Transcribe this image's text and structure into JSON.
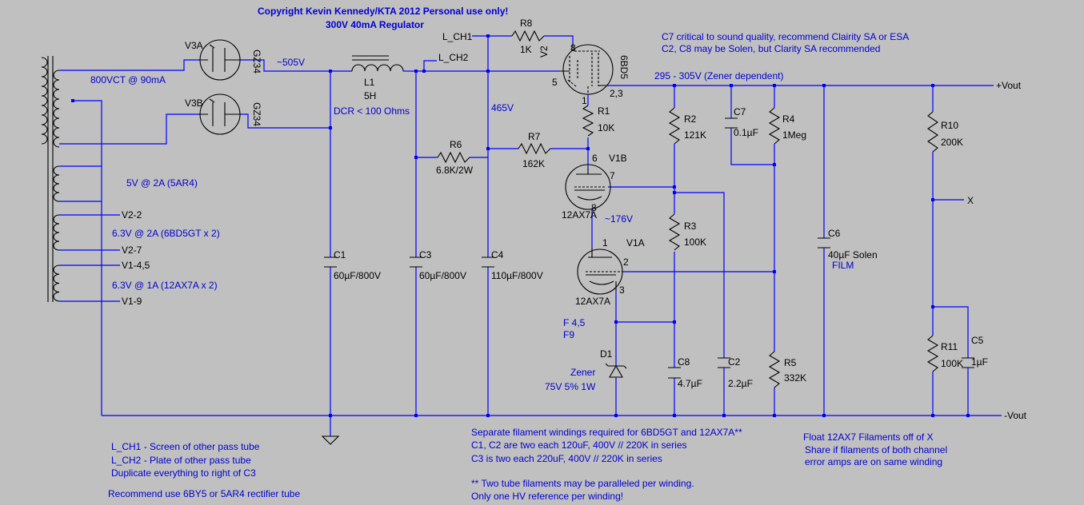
{
  "title": {
    "copyright": "Copyright Kevin Kennedy/KTA 2012 Personal use only!",
    "subtitle": "300V 40mA Regulator"
  },
  "colors": {
    "background": "#c0c0c0",
    "wire": "#0000ff",
    "component": "#000000",
    "note": "#0000d0"
  },
  "transformer": {
    "hv": "800VCT @ 90mA",
    "fil_5v": "5V @ 2A (5AR4)",
    "fil_63a": "6.3V @ 2A (6BD5GT x 2)",
    "fil_63b": "6.3V @ 1A (12AX7A x 2)",
    "taps": [
      "V2-2",
      "V2-7",
      "V1-4,5",
      "V1-9"
    ]
  },
  "rectifiers": {
    "v3a": "V3A",
    "v3b": "V3B",
    "v3a_type": "GZ34",
    "v3b_type": "GZ34",
    "rect_voltage": "~505V"
  },
  "choke": {
    "name": "L1",
    "value": "5H",
    "dcr": "DCR < 100 Ohms"
  },
  "nodes": {
    "l_ch1": "L_CH1",
    "l_ch2": "L_CH2",
    "v465": "465V",
    "vout_note": "295 - 305V (Zener dependent)",
    "vplus": "+Vout",
    "vminus": "-Vout",
    "x": "X",
    "v176": "~176V"
  },
  "components": {
    "R1": {
      "name": "R1",
      "value": "10K"
    },
    "R2": {
      "name": "R2",
      "value": "121K"
    },
    "R3": {
      "name": "R3",
      "value": "100K"
    },
    "R4": {
      "name": "R4",
      "value": "1Meg"
    },
    "R5": {
      "name": "R5",
      "value": "332K"
    },
    "R6": {
      "name": "R6",
      "value": "6.8K/2W"
    },
    "R7": {
      "name": "R7",
      "value": "162K"
    },
    "R8": {
      "name": "R8",
      "value": "1K"
    },
    "R10": {
      "name": "R10",
      "value": "200K"
    },
    "R11": {
      "name": "R11",
      "value": "100K"
    },
    "C1": {
      "name": "C1",
      "value": "60µF/800V"
    },
    "C2": {
      "name": "C2",
      "value": "2.2µF"
    },
    "C3": {
      "name": "C3",
      "value": "60µF/800V"
    },
    "C4": {
      "name": "C4",
      "value": "110µF/800V"
    },
    "C5": {
      "name": "C5",
      "value": "1µF"
    },
    "C6": {
      "name": "C6",
      "value": "40µF Solen",
      "extra": "FILM"
    },
    "C7": {
      "name": "C7",
      "value": "0.1µF"
    },
    "C8": {
      "name": "C8",
      "value": "4.7µF"
    },
    "D1": {
      "name": "D1",
      "type": "Zener",
      "value": "75V 5% 1W"
    }
  },
  "tubes": {
    "v2": {
      "name": "V2",
      "type": "6BD5",
      "pins": [
        "8",
        "5",
        "1",
        "2,3"
      ]
    },
    "v1b": {
      "name": "V1B",
      "type": "12AX7A",
      "pins": [
        "6",
        "7",
        "8"
      ]
    },
    "v1a": {
      "name": "V1A",
      "type": "12AX7A",
      "pins": [
        "1",
        "2",
        "3"
      ],
      "filament": [
        "F 4,5",
        "F9"
      ]
    }
  },
  "notes": {
    "top_right": [
      "C7 critical to sound quality, recommend Clairity SA or ESA",
      "C2, C8 may be Solen, but Clarity SA recommended"
    ],
    "bottom_left": [
      "L_CH1 - Screen of other pass tube",
      "L_CH2 - Plate of other pass tube",
      "Duplicate everything to right of C3"
    ],
    "rectifier": "Recommend use 6BY5 or 5AR4 rectifier tube",
    "bottom_center": [
      "Separate filament windings required for 6BD5GT and 12AX7A**",
      "C1, C2 are two each 120uF, 400V // 220K in series",
      "C3 is two each 220uF, 400V // 220K in series"
    ],
    "footnote": [
      "** Two tube filaments may be paralleled per winding.",
      "Only one HV reference per winding!"
    ],
    "bottom_right": [
      "Float 12AX7 Filaments off of X",
      "Share if filaments of both channel",
      "error amps are on same winding"
    ]
  }
}
